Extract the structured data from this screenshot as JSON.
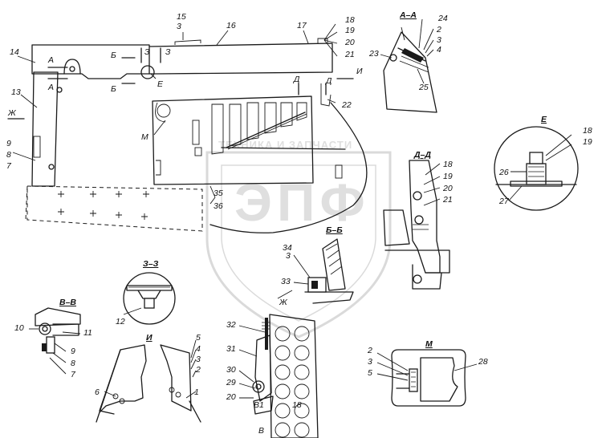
{
  "watermark": {
    "site": "ТЕХНИКА И ЗАПЧАСТИ",
    "logo": "ЭПФ"
  },
  "callouts": {
    "c1": "1",
    "c2": "2",
    "c3": "3",
    "c4": "4",
    "c5": "5",
    "c6": "6",
    "c7": "7",
    "c8": "8",
    "c9": "9",
    "c10": "10",
    "c11": "11",
    "c12": "12",
    "c13": "13",
    "c14": "14",
    "c15": "15",
    "c16": "16",
    "c17": "17",
    "c18": "18",
    "c19": "19",
    "c20": "20",
    "c21": "21",
    "c22": "22",
    "c23": "23",
    "c24": "24",
    "c25": "25",
    "c26": "26",
    "c27": "27",
    "c28": "28",
    "c29": "29",
    "c30": "30",
    "c31": "31",
    "c32": "32",
    "c33": "33",
    "c34": "34",
    "c35": "35",
    "c36": "36"
  },
  "markers": {
    "A": "А",
    "B": "Б",
    "Z": "З",
    "E": "Е",
    "M": "М",
    "D": "Д",
    "I": "И",
    "Zh": "Ж",
    "V1": "В1",
    "V": "В"
  },
  "sections": {
    "AA": "А–А",
    "BB": "Б–Б",
    "DD": "Д–Д",
    "ZZ": "З–З",
    "VV": "В–В",
    "E": "Е",
    "I": "И",
    "M": "М"
  }
}
